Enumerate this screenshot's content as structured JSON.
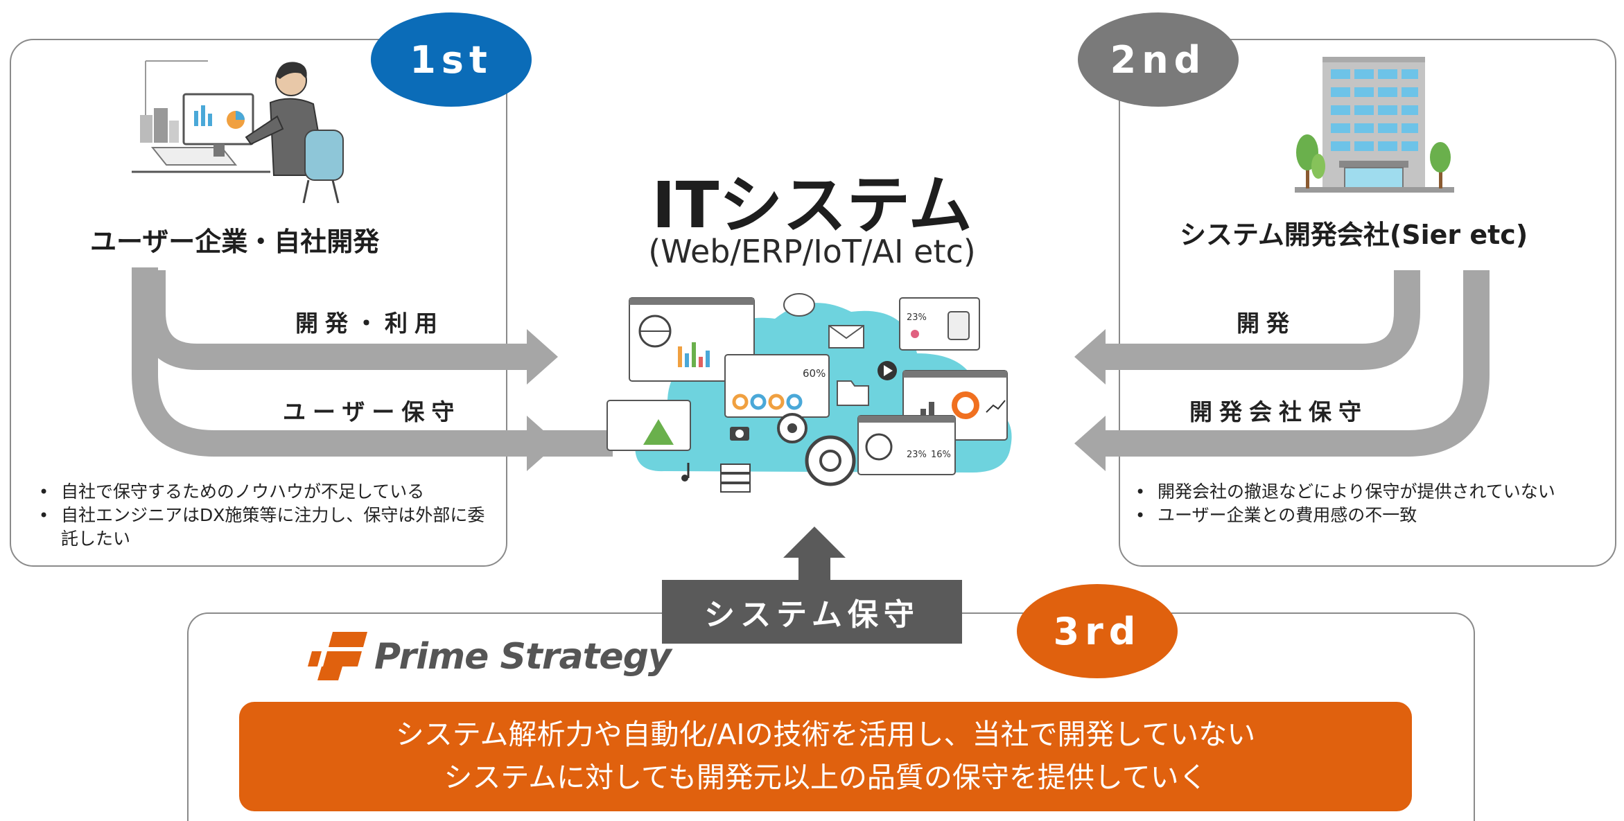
{
  "badges": {
    "first": "1st",
    "second": "2nd",
    "third": "3rd"
  },
  "left_panel": {
    "heading": "ユーザー企業・自社開発",
    "flow_dev_use": "開発・利用",
    "flow_user_maint": "ユーザー保守",
    "bullets": [
      "自社で保守するためのノウハウが不足している",
      "自社エンジニアはDX施策等に注力し、保守は外部に委託したい"
    ]
  },
  "right_panel": {
    "heading": "システム開発会社(Sier etc)",
    "flow_dev": "開発",
    "flow_vendor_maint": "開発会社保守",
    "bullets": [
      "開発会社の撤退などにより保守が提供されていない",
      "ユーザー企業との費用感の不一致"
    ]
  },
  "center": {
    "title": "ITシステム",
    "subtitle": "(Web/ERP/IoT/AI etc)",
    "cloud_percent_a": "60%",
    "cloud_percent_b": "23%",
    "cloud_percent_c": "23%",
    "cloud_percent_d": "16%"
  },
  "bottom": {
    "maintenance_label": "システム保守",
    "brand_name": "Prime Strategy",
    "banner_line1": "システム解析力や自動化/AIの技術を活用し、当社で開発していない",
    "banner_line2": "システムに対しても開発元以上の品質の保守を提供していく"
  },
  "colors": {
    "first_badge": "#0b6cb8",
    "second_badge": "#7a7a7a",
    "third_badge": "#e0610e",
    "arrow_gray": "#a6a6a6",
    "label_box": "#5a5a5a",
    "banner": "#e0610e",
    "cloud": "#6ed3de"
  },
  "icons": [
    "office-worker-illustration",
    "office-building-illustration",
    "it-cloud-illustration",
    "prime-strategy-logo-mark"
  ]
}
